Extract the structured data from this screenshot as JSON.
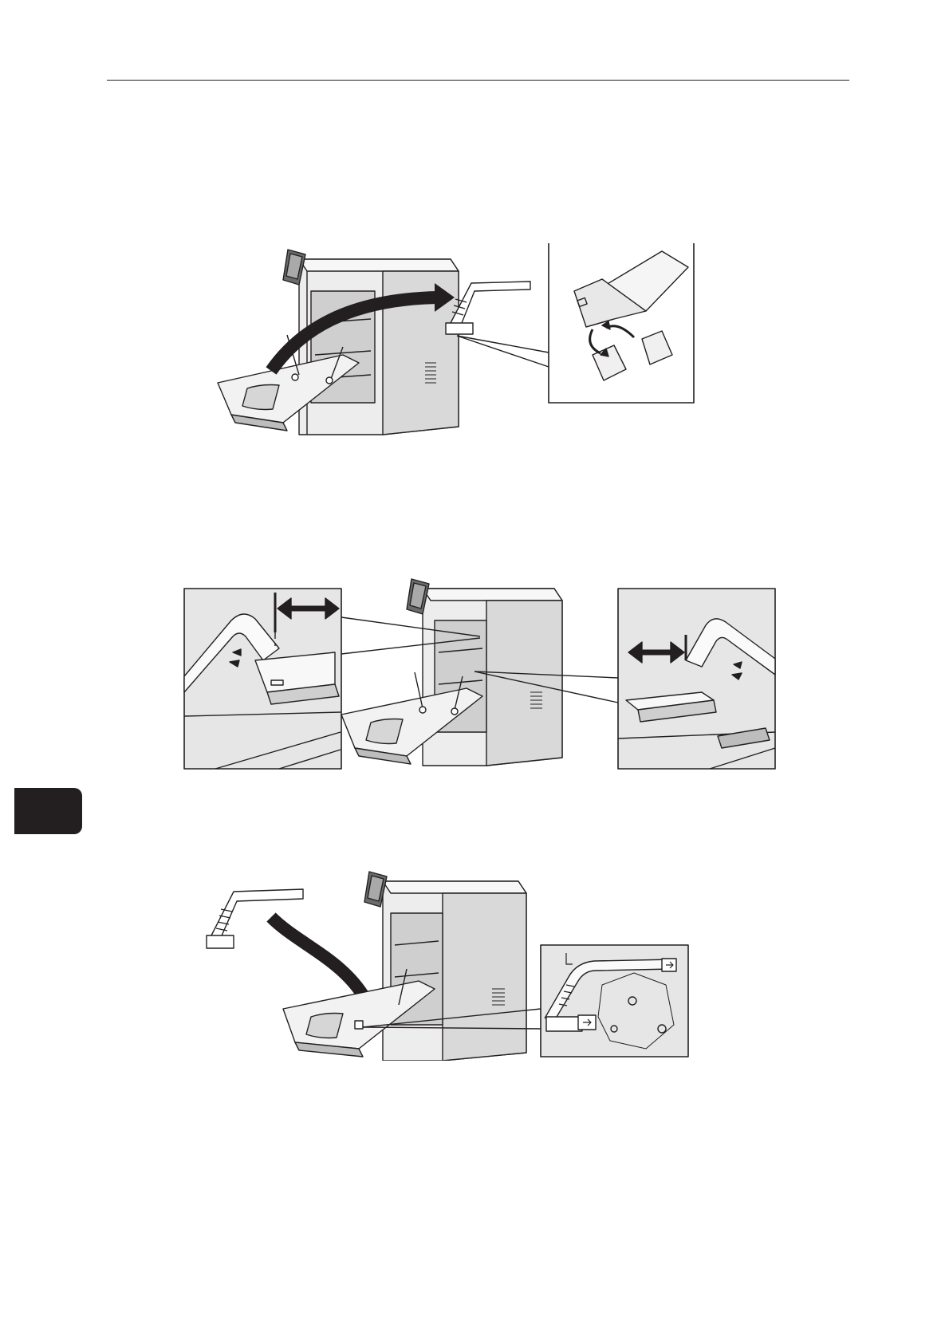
{
  "page": {
    "has_header_rule": true,
    "chapter_tab_color": "#231f20"
  },
  "figures": [
    {
      "name": "figure-remove-cleaning-rod",
      "icon": "printer-illustration"
    },
    {
      "name": "figure-clean-led-heads",
      "icon": "printer-illustration"
    },
    {
      "name": "figure-return-cleaning-rod",
      "icon": "printer-illustration"
    }
  ]
}
